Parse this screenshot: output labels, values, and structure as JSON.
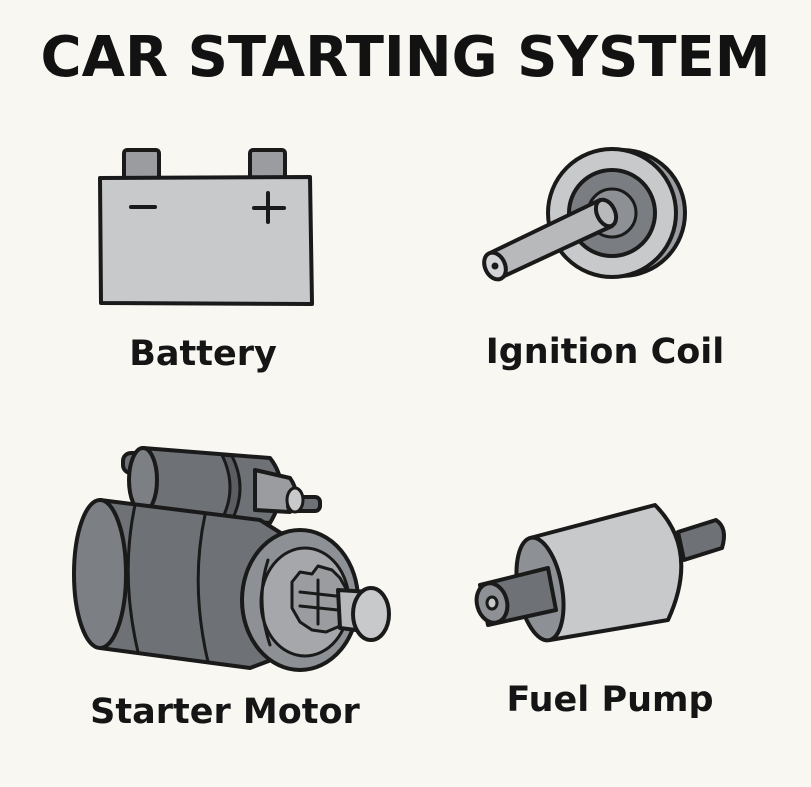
{
  "title": "CAR STARTING SYSTEM",
  "components": {
    "battery": {
      "label": "Battery",
      "negative_symbol": "−",
      "positive_symbol": "+"
    },
    "ignition_coil": {
      "label": "Ignition Coil"
    },
    "starter_motor": {
      "label": "Starter Motor"
    },
    "fuel_pump": {
      "label": "Fuel Pump"
    }
  },
  "colors": {
    "background": "#f8f7f2",
    "outline": "#1a1a1a",
    "light_gray": "#c8c9ca",
    "mid_gray": "#8d9094",
    "dark_gray": "#5f6368"
  }
}
